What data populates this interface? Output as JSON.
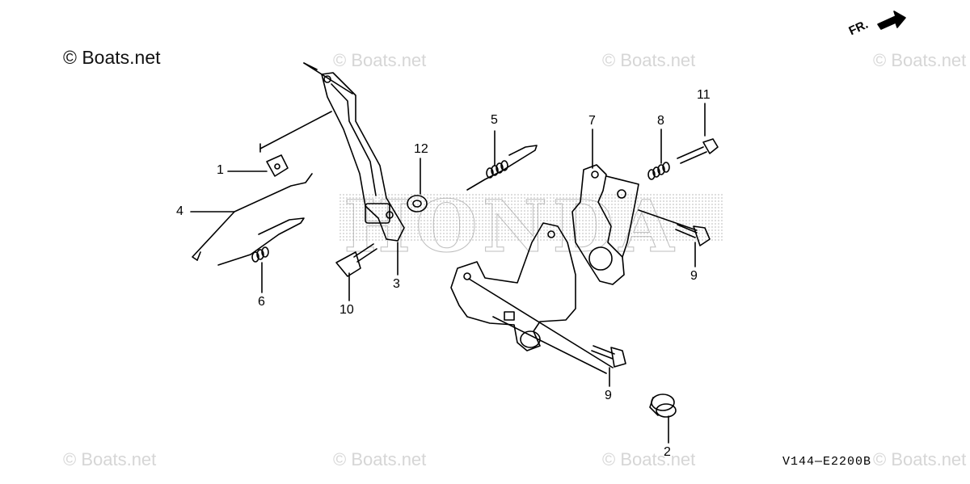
{
  "watermark_main": "© Boats.net",
  "watermarks": [
    "© Boats.net",
    "© Boats.net",
    "© Boats.net",
    "© Boats.net",
    "© Boats.net",
    "© Boats.net",
    "© Boats.net"
  ],
  "brand": "HONDA",
  "direction_label": "FR.",
  "diagram_code": "V144—E2200B",
  "callouts": [
    "1",
    "2",
    "3",
    "4",
    "5",
    "6",
    "7",
    "8",
    "9",
    "9",
    "10",
    "11",
    "12"
  ]
}
